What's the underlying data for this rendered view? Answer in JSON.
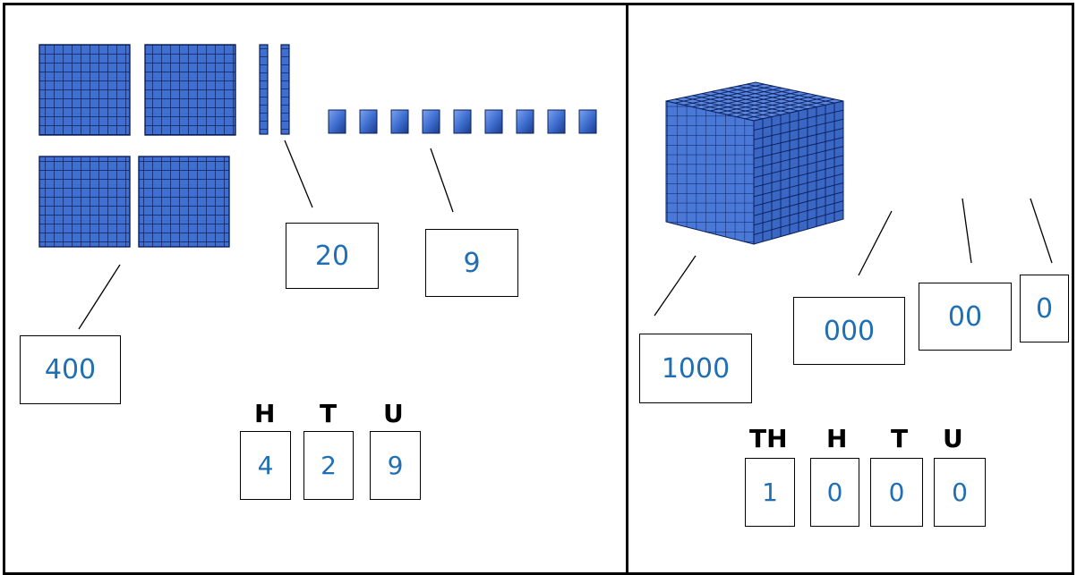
{
  "left": {
    "hundreds_count": 4,
    "tens_count": 2,
    "units_count": 9,
    "labels": {
      "hundreds": "400",
      "tens": "20",
      "units": "9"
    },
    "place_headers": [
      "H",
      "T",
      "U"
    ],
    "place_digits": [
      "4",
      "2",
      "9"
    ]
  },
  "right": {
    "labels": {
      "thousand": "1000",
      "hundreds": "000",
      "tens": "00",
      "units": "0"
    },
    "place_headers": [
      "TH",
      "H",
      "T",
      "U"
    ],
    "place_digits": [
      "1",
      "0",
      "0",
      "0"
    ]
  },
  "colors": {
    "block": "#3f6fd1",
    "grid": "#0a1f5a",
    "label_text": "#1f6fb5"
  }
}
